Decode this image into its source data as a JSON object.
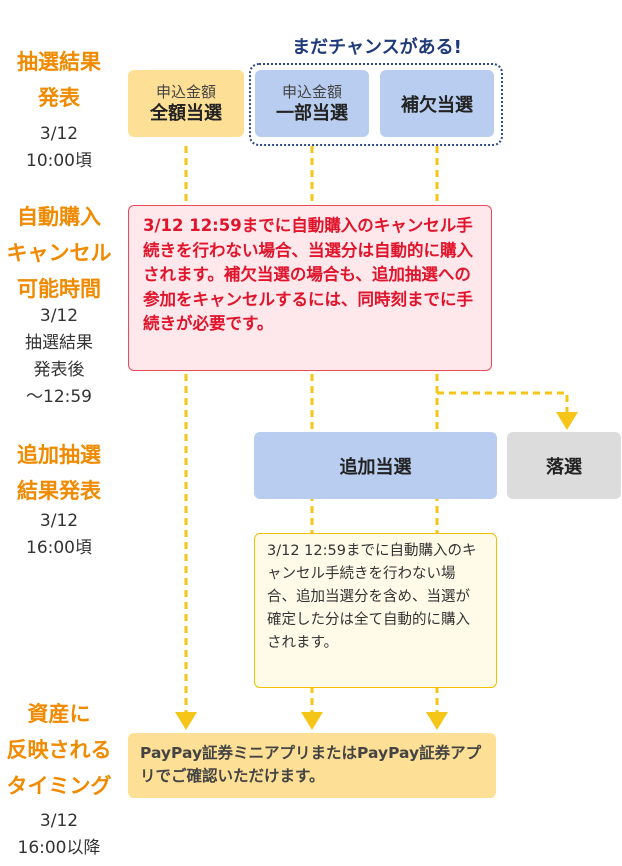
{
  "header": {
    "chance_label": "まだチャンスがある!"
  },
  "stages": [
    {
      "title_lines": [
        "抽選結果",
        "発表"
      ],
      "sub_lines": [
        "3/12",
        "10:00頃"
      ]
    },
    {
      "title_lines": [
        "自動購入",
        "キャンセル",
        "可能時間"
      ],
      "sub_lines": [
        "3/12",
        "抽選結果",
        "発表後",
        "〜12:59"
      ]
    },
    {
      "title_lines": [
        "追加抽選",
        "結果発表"
      ],
      "sub_lines": [
        "3/12",
        "16:00頃"
      ]
    },
    {
      "title_lines": [
        "資産に",
        "反映される",
        "タイミング"
      ],
      "sub_lines": [
        "3/12",
        "16:00以降"
      ]
    }
  ],
  "results": {
    "full": {
      "line1": "申込金額",
      "line2": "全額当選"
    },
    "partial": {
      "line1": "申込金額",
      "line2": "一部当選"
    },
    "waitlist": {
      "label": "補欠当選"
    }
  },
  "cancel_notice": "3/12 12:59までに自動購入のキャンセル手続きを行わない場合、当選分は自動的に購入されます。補欠当選の場合も、追加抽選への参加をキャンセルするには、同時刻までに手続きが必要です。",
  "additional": {
    "win_label": "追加当選",
    "lose_label": "落選"
  },
  "additional_notice": "3/12 12:59までに自動購入のキャンセル手続きを行わない場合、追加当選分を含め、当選が確定した分は全て自動的に購入されます。",
  "final_notice": "PayPay証券ミニアプリまたはPayPay証券アプリでご確認いただけます。",
  "colors": {
    "stage_title": "#f08a00",
    "arrow": "#f5c518",
    "red": "#e0142b",
    "frame": "#2d4a8a"
  }
}
